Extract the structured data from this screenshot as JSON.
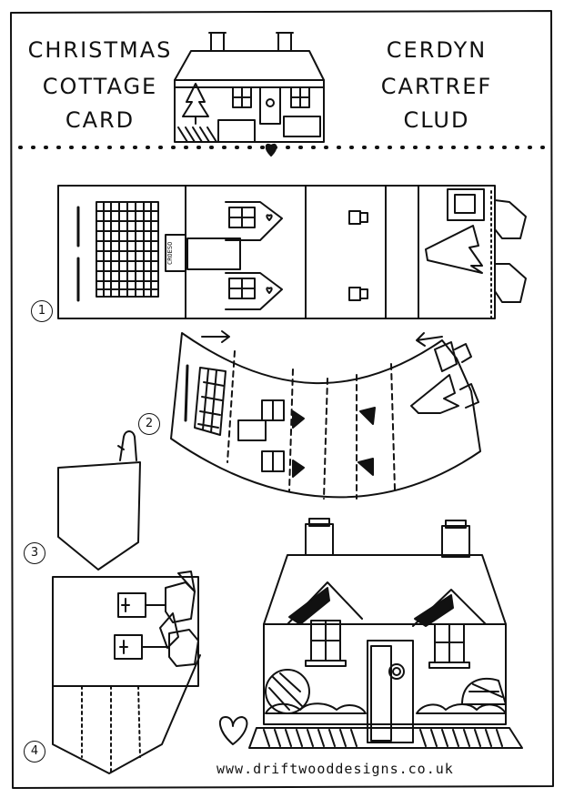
{
  "title_en": [
    "CHRISTMAS",
    "COTTAGE",
    "CARD"
  ],
  "title_cy": [
    "CERDYN",
    "CARTREF",
    "CLUD"
  ],
  "steps": [
    "1",
    "2",
    "3",
    "4"
  ],
  "door_sign": "CROESO",
  "website": "www.driftwooddesigns.co.uk"
}
